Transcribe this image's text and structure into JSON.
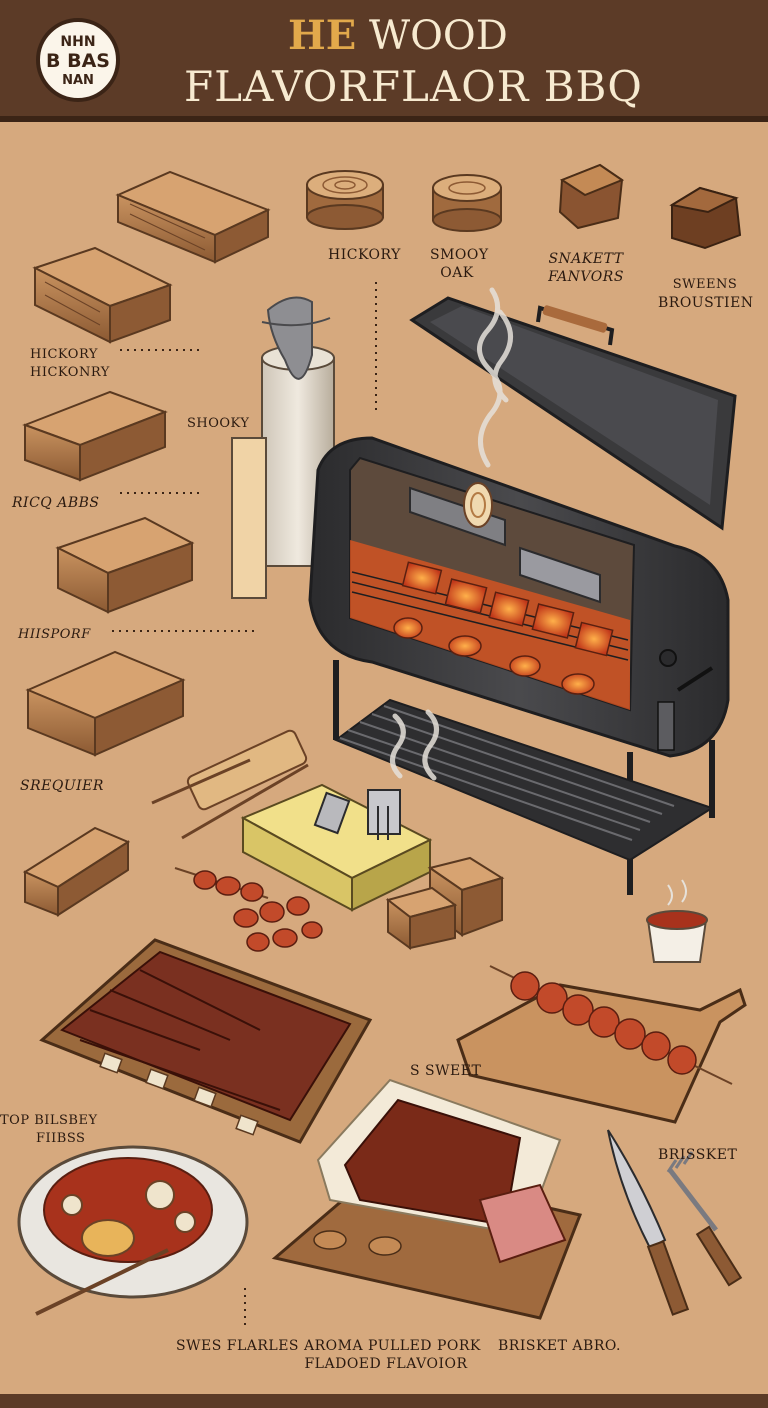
{
  "header": {
    "badge_lines": [
      "NHN",
      "B BAS",
      "NAN"
    ],
    "title_accent": "HE",
    "title_line1": "WOOD",
    "title_line2": "FLAVORFLAOR BBQ"
  },
  "labels": {
    "hickory": "HICKORY",
    "smooy_oak_1": "SMOOY",
    "smooy_oak_2": "OAK",
    "snakett_1": "SNAKETT",
    "snakett_2": "FANVORS",
    "sweens_1": "SWEENS",
    "sweens_2": "BROUSTIEN",
    "hickory_hickonry_1": "HICKORY",
    "hickory_hickonry_2": "HICKONRY",
    "shooky": "SHOOKY",
    "ricq_abbs": "RICQ ABBS",
    "hiisporf": "HIISPORF",
    "srequier": "SREQUIER",
    "s_sweet": "S SWEET",
    "top_bilsbey_1": "TOP BILSBEY",
    "top_bilsbey_2": "FIIBSS",
    "brissket": "BRISSKET",
    "swes_flarles": "SWES  FLARLES",
    "aroma_1": "AROMA PULLED PORK",
    "aroma_2": "FLADOED FLAVOIOR",
    "brisket_abro": "BRISKET ABRO."
  },
  "colors": {
    "background": "#d6a97e",
    "header": "#5c3b27",
    "title_text": "#f7ead0",
    "title_accent": "#e2a94b",
    "smoker_body": "#3a3a3c",
    "ember": "#e2551f"
  }
}
